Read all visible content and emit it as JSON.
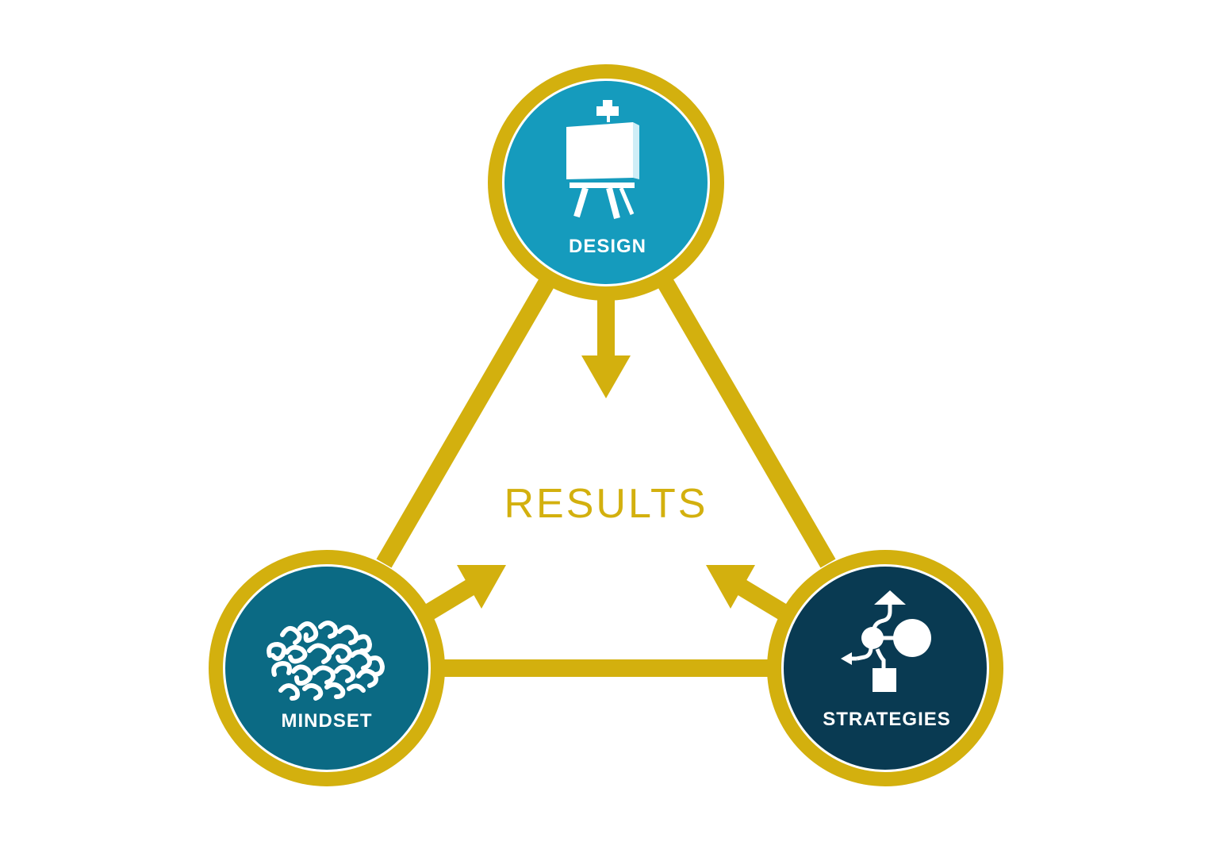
{
  "colors": {
    "gold": "#d3b00e",
    "design_fill": "#159bbd",
    "mindset_fill": "#0b6a84",
    "strategies_fill": "#093a52",
    "icon_white": "#ffffff"
  },
  "center": {
    "label": "RESULTS"
  },
  "nodes": {
    "design": {
      "label": "DESIGN",
      "icon": "easel-icon"
    },
    "mindset": {
      "label": "MINDSET",
      "icon": "brain-icon"
    },
    "strategies": {
      "label": "STRATEGIES",
      "icon": "flowchart-icon"
    }
  }
}
